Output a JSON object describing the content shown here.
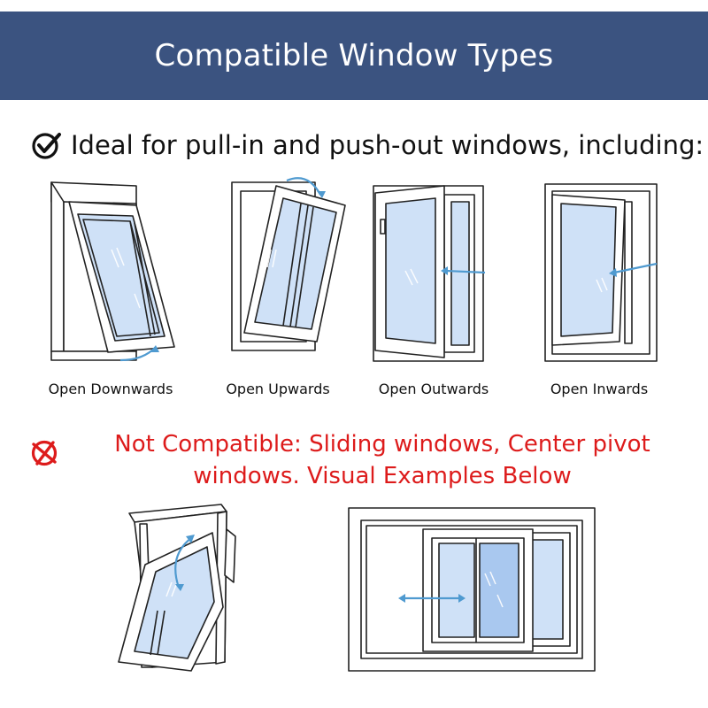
{
  "header": {
    "title": "Compatible Window Types"
  },
  "ideal": {
    "text": "Ideal for pull-in and push-out windows, including:"
  },
  "window_types": [
    {
      "label": "Open Downwards"
    },
    {
      "label": "Open Upwards"
    },
    {
      "label": "Open Outwards"
    },
    {
      "label": "Open Inwards"
    }
  ],
  "not_compatible": {
    "line1": "Not Compatible: Sliding windows, Center pivot",
    "line2": "windows. Visual Examples Below"
  },
  "colors": {
    "header_bg": "#3b5380",
    "warning_red": "#dd1b1b",
    "glass": "#cfe1f7",
    "arrow": "#4f9ad0"
  },
  "icons": {
    "ok": "check-circle-icon",
    "no": "x-circle-icon"
  }
}
